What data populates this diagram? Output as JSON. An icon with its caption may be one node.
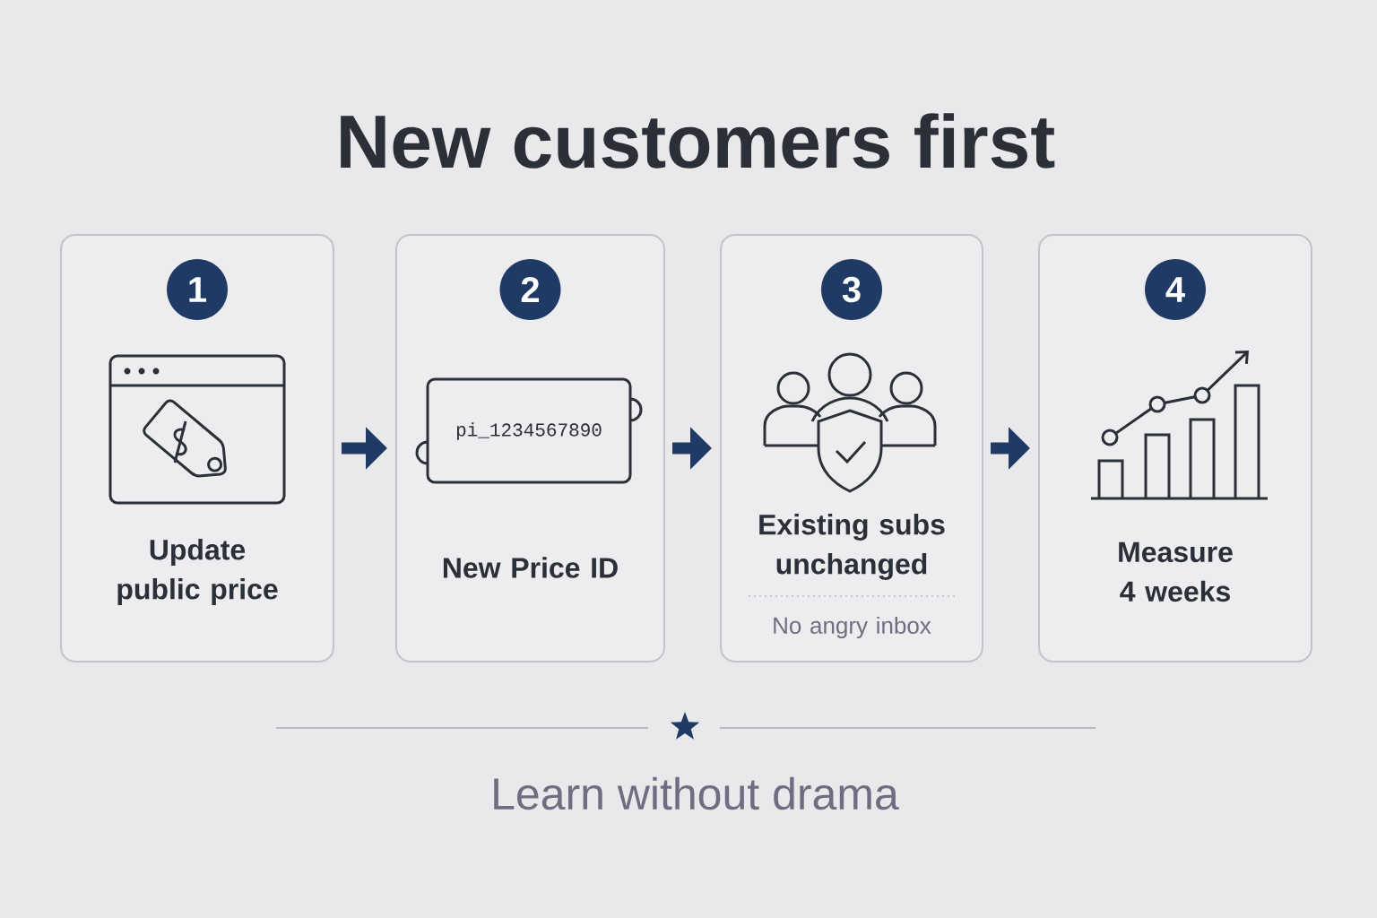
{
  "diagram": {
    "title": "New customers first",
    "caption": "Learn without drama",
    "nodes": [
      {
        "text": [
          "Update public price"
        ]
      },
      {
        "text": [
          "1"
        ],
        "in": 0
      },
      {
        "text": [
          "New Price ID"
        ]
      },
      {
        "text": [
          "2"
        ],
        "in": 2
      },
      {
        "text": [
          "Existing subs unchanged",
          "No angry inbox"
        ]
      },
      {
        "text": [
          "3"
        ],
        "in": 4
      },
      {
        "text": [
          "Measure 4 weeks"
        ]
      },
      {
        "text": [
          "4"
        ],
        "in": 6
      }
    ],
    "edges": [
      {
        "from": 0,
        "to": 2,
        "arrow": "to"
      },
      {
        "from": 2,
        "to": 4,
        "arrow": "to"
      },
      {
        "from": 4,
        "to": 6,
        "arrow": "to"
      }
    ],
    "labels": [
      "pi_1234567890"
    ]
  }
}
